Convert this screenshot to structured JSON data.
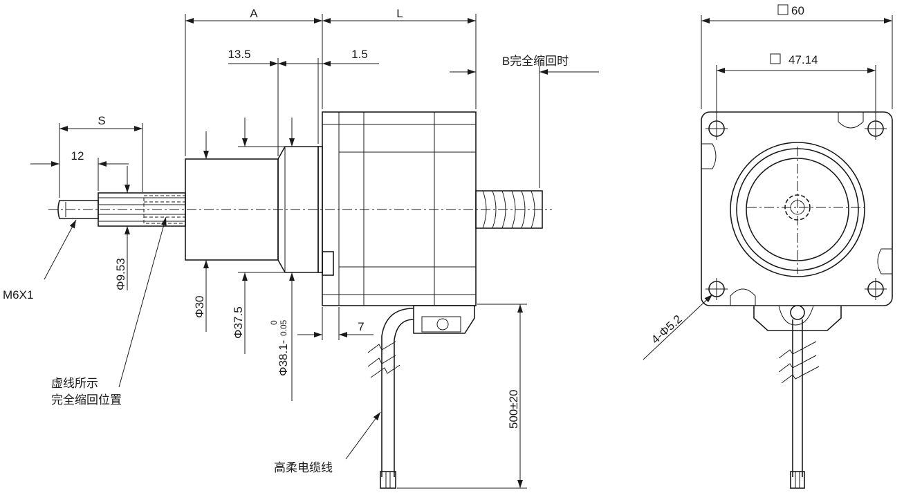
{
  "dimensions": {
    "a": "A",
    "l": "L",
    "d13_5": "13.5",
    "d1_5": "1.5",
    "s": "S",
    "d12": "12",
    "b_retract": "B完全缩回时",
    "m6x1": "M6X1",
    "phi9_53": "Φ9.53",
    "phi30": "Φ30",
    "phi37_5": "Φ37.5",
    "phi38_1": "Φ38.1-",
    "tol_upper": "0",
    "tol_lower": "0.05",
    "d7": "7",
    "cable_length": "500±20",
    "sq60": "60",
    "sq47_14": "47.14",
    "holes": "4-Φ5.2"
  },
  "notes": {
    "dashed_line_1": "虚线所示",
    "dashed_line_2": "完全缩回位置",
    "cable": "高柔电缆线"
  }
}
